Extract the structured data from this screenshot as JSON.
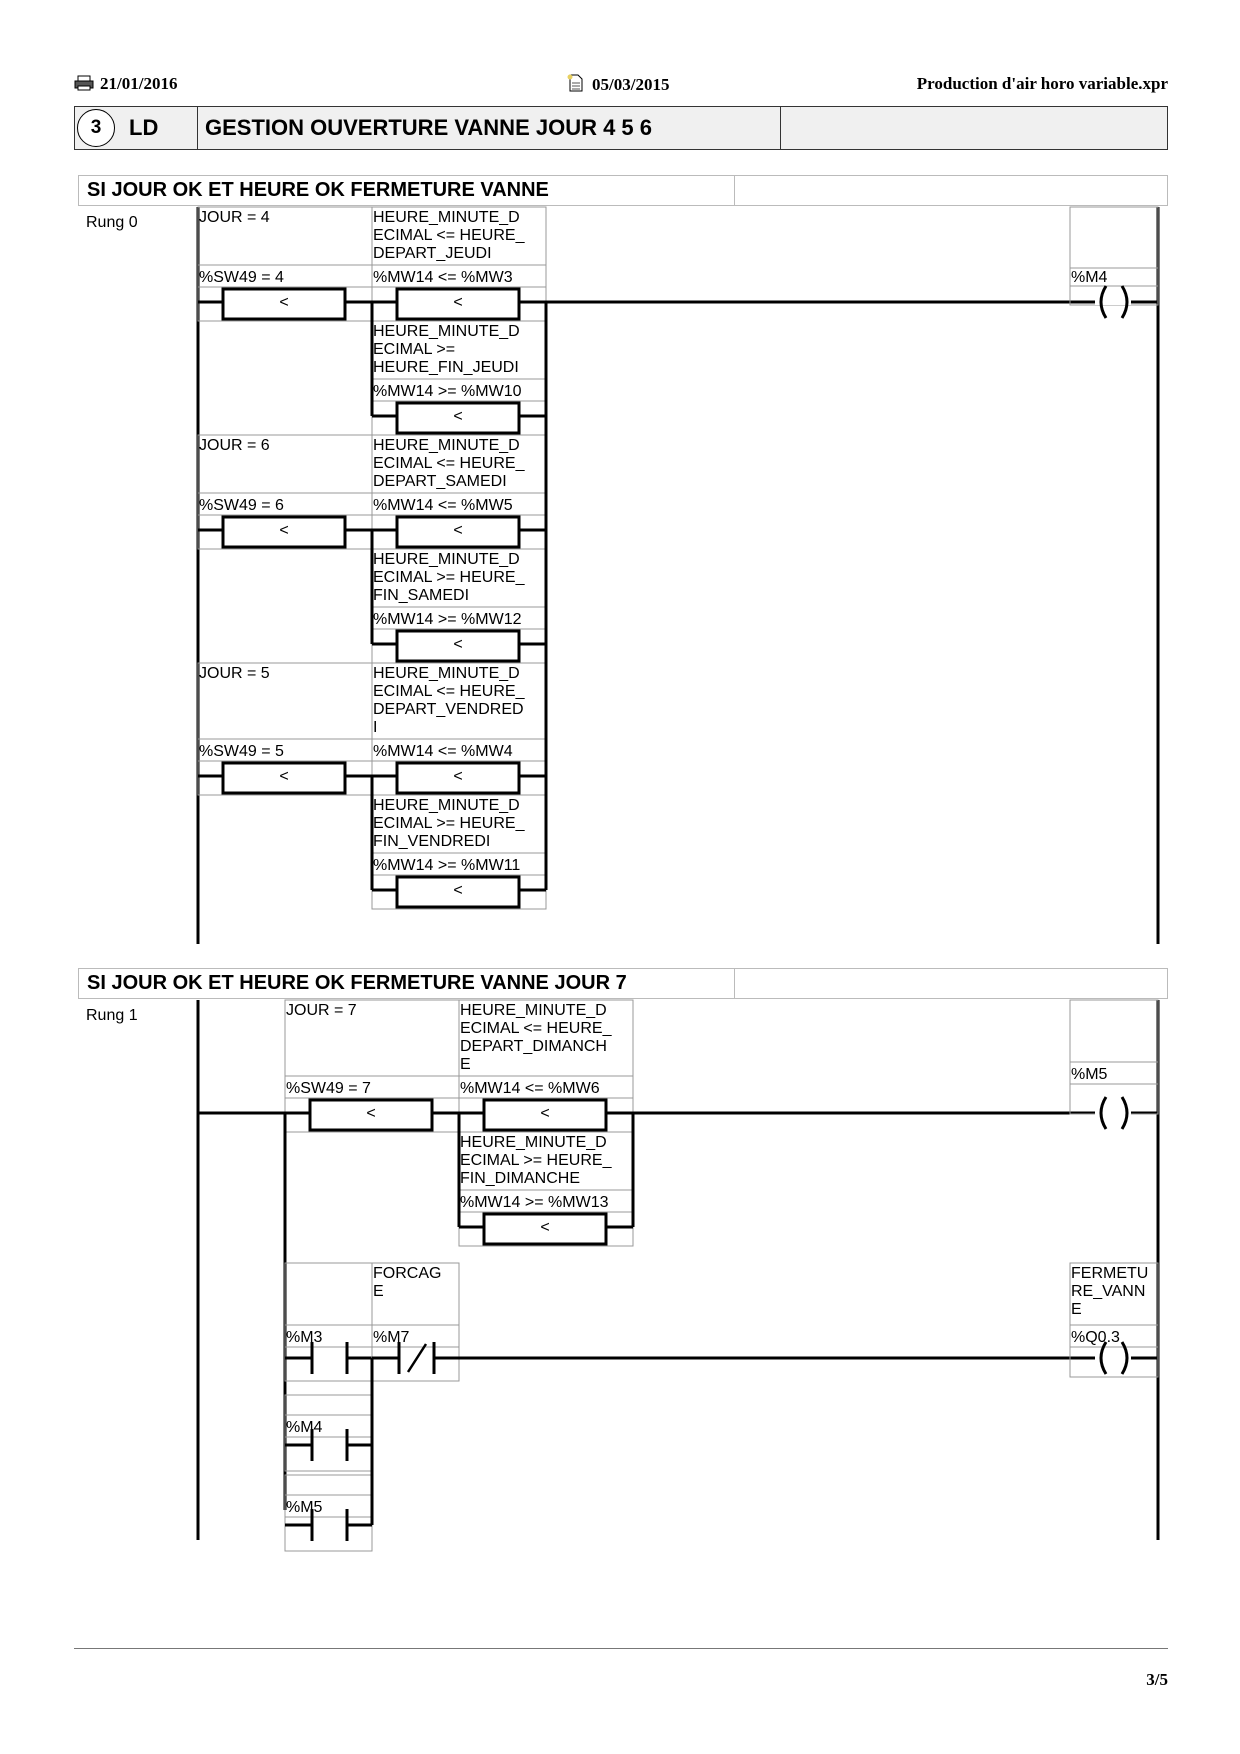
{
  "header": {
    "print_date": "21/01/2016",
    "print_icon": "printer-icon",
    "modified_date": "05/03/2015",
    "modified_icon": "document-icon",
    "file_name": "Production d'air horo variable.xpr"
  },
  "section": {
    "number": "3",
    "language": "LD",
    "title": "GESTION OUVERTURE VANNE JOUR 4 5 6",
    "extra": ""
  },
  "rungs": [
    {
      "comment": "SI JOUR OK ET HEURE OK FERMETURE VANNE",
      "label": "Rung 0",
      "branches": [
        {
          "day_compare": {
            "symbol": "JOUR = 4",
            "address": "%SW49 = 4",
            "op": "<"
          },
          "time_compares": [
            {
              "symbol": [
                "HEURE_MINUTE_D",
                "ECIMAL <= HEURE_",
                "DEPART_JEUDI"
              ],
              "address": "%MW14 <= %MW3",
              "op": "<"
            },
            {
              "symbol": [
                "HEURE_MINUTE_D",
                "ECIMAL >=",
                "HEURE_FIN_JEUDI"
              ],
              "address": "%MW14 >= %MW10",
              "op": "<"
            }
          ]
        },
        {
          "day_compare": {
            "symbol": "JOUR = 6",
            "address": "%SW49 = 6",
            "op": "<"
          },
          "time_compares": [
            {
              "symbol": [
                "HEURE_MINUTE_D",
                "ECIMAL <= HEURE_",
                "DEPART_SAMEDI"
              ],
              "address": "%MW14 <= %MW5",
              "op": "<"
            },
            {
              "symbol": [
                "HEURE_MINUTE_D",
                "ECIMAL >= HEURE_",
                "FIN_SAMEDI"
              ],
              "address": "%MW14 >= %MW12",
              "op": "<"
            }
          ]
        },
        {
          "day_compare": {
            "symbol": "JOUR = 5",
            "address": "%SW49 = 5",
            "op": "<"
          },
          "time_compares": [
            {
              "symbol": [
                "HEURE_MINUTE_D",
                "ECIMAL <= HEURE_",
                "DEPART_VENDRED",
                "I"
              ],
              "address": "%MW14 <= %MW4",
              "op": "<"
            },
            {
              "symbol": [
                "HEURE_MINUTE_D",
                "ECIMAL >= HEURE_",
                "FIN_VENDREDI"
              ],
              "address": "%MW14 >= %MW11",
              "op": "<"
            }
          ]
        }
      ],
      "coil": {
        "symbol": [],
        "address": "%M4",
        "type": "coil"
      }
    },
    {
      "comment": "SI JOUR OK ET HEURE OK FERMETURE VANNE JOUR 7",
      "label": "Rung 1",
      "branches": [
        {
          "day_compare": {
            "symbol": "JOUR = 7",
            "address": "%SW49 = 7",
            "op": "<"
          },
          "time_compares": [
            {
              "symbol": [
                "HEURE_MINUTE_D",
                "ECIMAL <= HEURE_",
                "DEPART_DIMANCH",
                "E"
              ],
              "address": "%MW14 <= %MW6",
              "op": "<"
            },
            {
              "symbol": [
                "HEURE_MINUTE_D",
                "ECIMAL >= HEURE_",
                "FIN_DIMANCHE"
              ],
              "address": "%MW14 >= %MW13",
              "op": "<"
            }
          ]
        }
      ],
      "coil": {
        "symbol": [],
        "address": "%M5",
        "type": "coil"
      },
      "second_network": {
        "contacts_parallel": [
          {
            "symbol": [],
            "address": "%M3",
            "type": "NO"
          },
          {
            "symbol": [],
            "address": "%M4",
            "type": "NO"
          },
          {
            "symbol": [],
            "address": "%M5",
            "type": "NO"
          }
        ],
        "series_contact": {
          "symbol": [
            "FORCAG",
            "E"
          ],
          "address": "%M7",
          "type": "NC"
        },
        "coil": {
          "symbol": [
            "FERMETU",
            "RE_VANN",
            "E"
          ],
          "address": "%Q0.3",
          "type": "coil"
        }
      }
    }
  ],
  "footer": {
    "page": "3/5"
  }
}
